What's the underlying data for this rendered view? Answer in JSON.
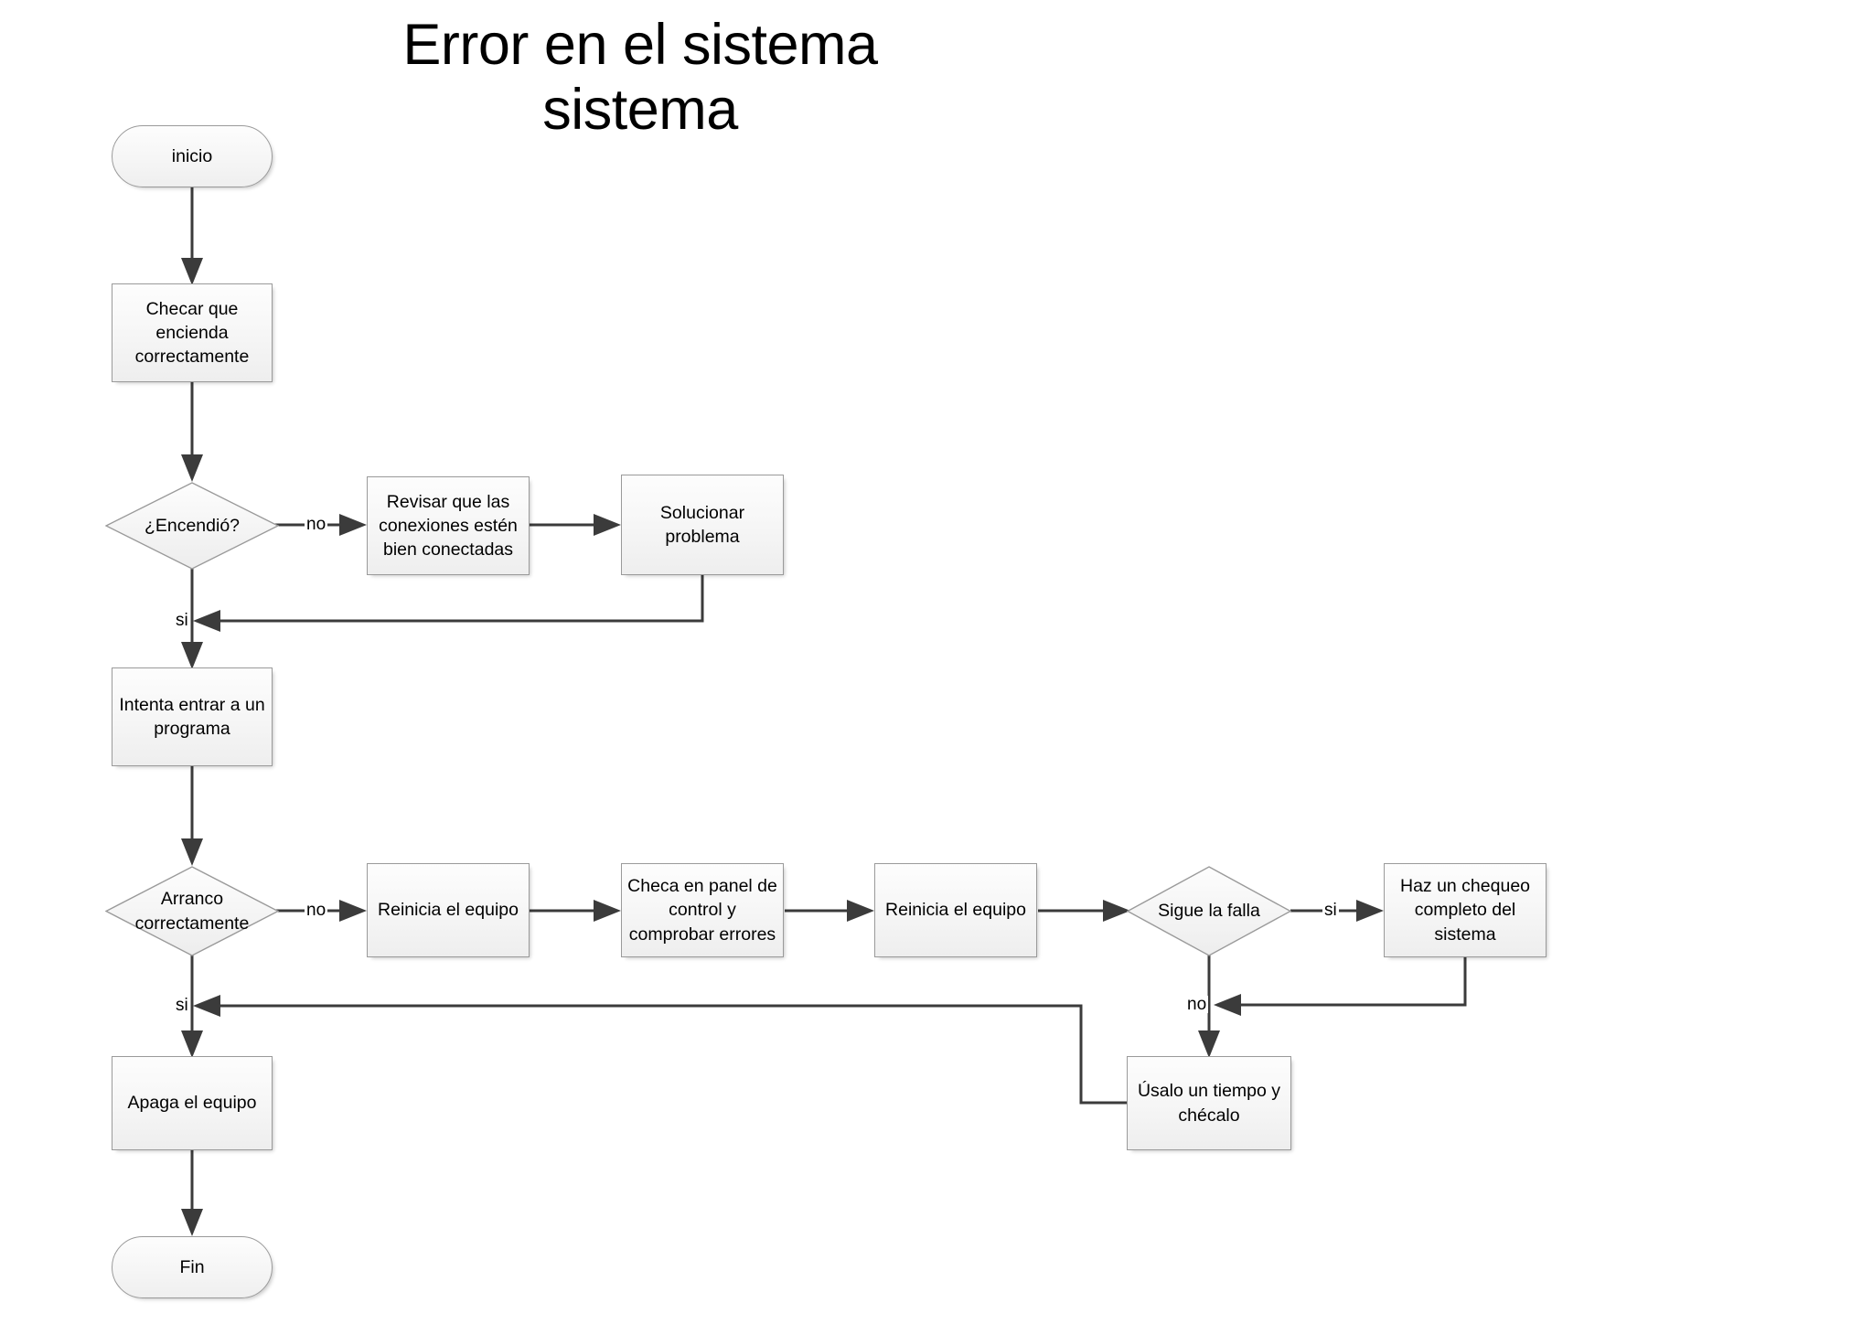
{
  "title": {
    "line1": "Error en el sistema",
    "line2": "sistema",
    "full": "Error en el sistema\nsistema"
  },
  "colors": {
    "page_background": "#ffffff",
    "shape_fill_light": "#fdfdfd",
    "shape_fill_dark": "#eeeeee",
    "shape_border": "#9a9a9a",
    "connector": "#3b3b3b",
    "text": "#000000"
  },
  "nodes": {
    "start": {
      "label": "inicio",
      "shape": "terminator"
    },
    "check_power": {
      "label": "Checar que encienda correctamente",
      "shape": "process"
    },
    "turned_on": {
      "label": "¿Encendió?",
      "shape": "decision"
    },
    "review_connections": {
      "label": "Revisar que las conexiones estén bien conectadas",
      "shape": "process"
    },
    "solve_problem": {
      "label": "Solucionar problema",
      "shape": "process"
    },
    "try_program": {
      "label": "Intenta entrar a un programa",
      "shape": "process"
    },
    "booted_ok": {
      "label": "Arranco correctamente",
      "shape": "decision"
    },
    "restart_1": {
      "label": "Reinicia el equipo",
      "shape": "process"
    },
    "control_panel": {
      "label": "Checa en panel de control y comprobar errores",
      "shape": "process"
    },
    "restart_2": {
      "label": "Reinicia el equipo",
      "shape": "process"
    },
    "fault_persists": {
      "label": "Sigue la falla",
      "shape": "decision"
    },
    "full_check": {
      "label": "Haz un chequeo completo del sistema",
      "shape": "process"
    },
    "use_and_check": {
      "label": "Úsalo un tiempo y chécalo",
      "shape": "process"
    },
    "shutdown": {
      "label": "Apaga el equipo",
      "shape": "process"
    },
    "end": {
      "label": "Fin",
      "shape": "terminator"
    }
  },
  "edge_labels": {
    "turned_on_no": "no",
    "turned_on_si": "si",
    "booted_ok_no": "no",
    "booted_ok_si": "si",
    "fault_si": "si",
    "fault_no": "no"
  }
}
